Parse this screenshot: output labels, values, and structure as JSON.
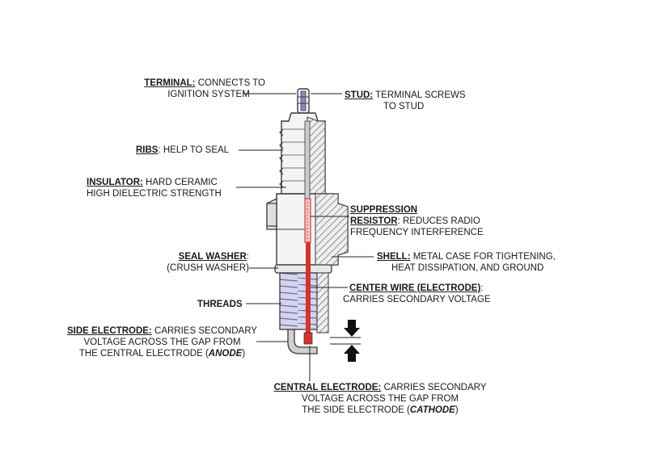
{
  "labels": {
    "terminal": {
      "title": "TERMINAL:",
      "line1": " CONNECTS TO",
      "line2": "IGNITION SYSTEM"
    },
    "stud": {
      "title": "STUD:",
      "line1": " TERMINAL SCREWS",
      "line2": "TO STUD"
    },
    "ribs": {
      "title": "RIBS",
      "text": ": HELP TO SEAL"
    },
    "insulator": {
      "title": "INSULATOR:",
      "line1": " HARD CERAMIC",
      "line2": "HIGH DIELECTRIC STRENGTH"
    },
    "suppression": {
      "title1": "SUPPRESSION",
      "title2": "RESISTOR",
      "line1": ": REDUCES RADIO",
      "line2": "FREQUENCY  INTERFERENCE"
    },
    "seal_washer": {
      "title": "SEAL WASHER",
      "line1": ":",
      "line2": "(CRUSH WASHER)"
    },
    "shell": {
      "title": "SHELL:",
      "line1": " METAL CASE FOR TIGHTENING,",
      "line2": "HEAT DISSIPATION, AND GROUND"
    },
    "center_wire": {
      "title": "CENTER WIRE (ELECTRODE)",
      "line1": ":",
      "line2": "CARRIES SECONDARY VOLTAGE"
    },
    "threads": {
      "title": "THREADS"
    },
    "side_electrode": {
      "title": "SIDE ELECTRODE:",
      "line1": " CARRIES SECONDARY",
      "line2": "VOLTAGE ACROSS THE GAP FROM",
      "line3": "THE CENTRAL ELECTRODE (",
      "line3_em": "ANODE",
      "line3_end": ")"
    },
    "central_electrode": {
      "title": "CENTRAL ELECTRODE:",
      "line1": " CARRIES SECONDARY",
      "line2": "VOLTAGE ACROSS THE GAP FROM",
      "line3": "THE SIDE ELECTRODE (",
      "line3_em": "CATHODE",
      "line3_end": ")"
    }
  },
  "colors": {
    "center_wire": "#d9302c",
    "outline": "#3a3a3a",
    "body_fill": "#f4f4f4",
    "thread_tint": "#c9c9ea",
    "hatch": "#555555"
  }
}
